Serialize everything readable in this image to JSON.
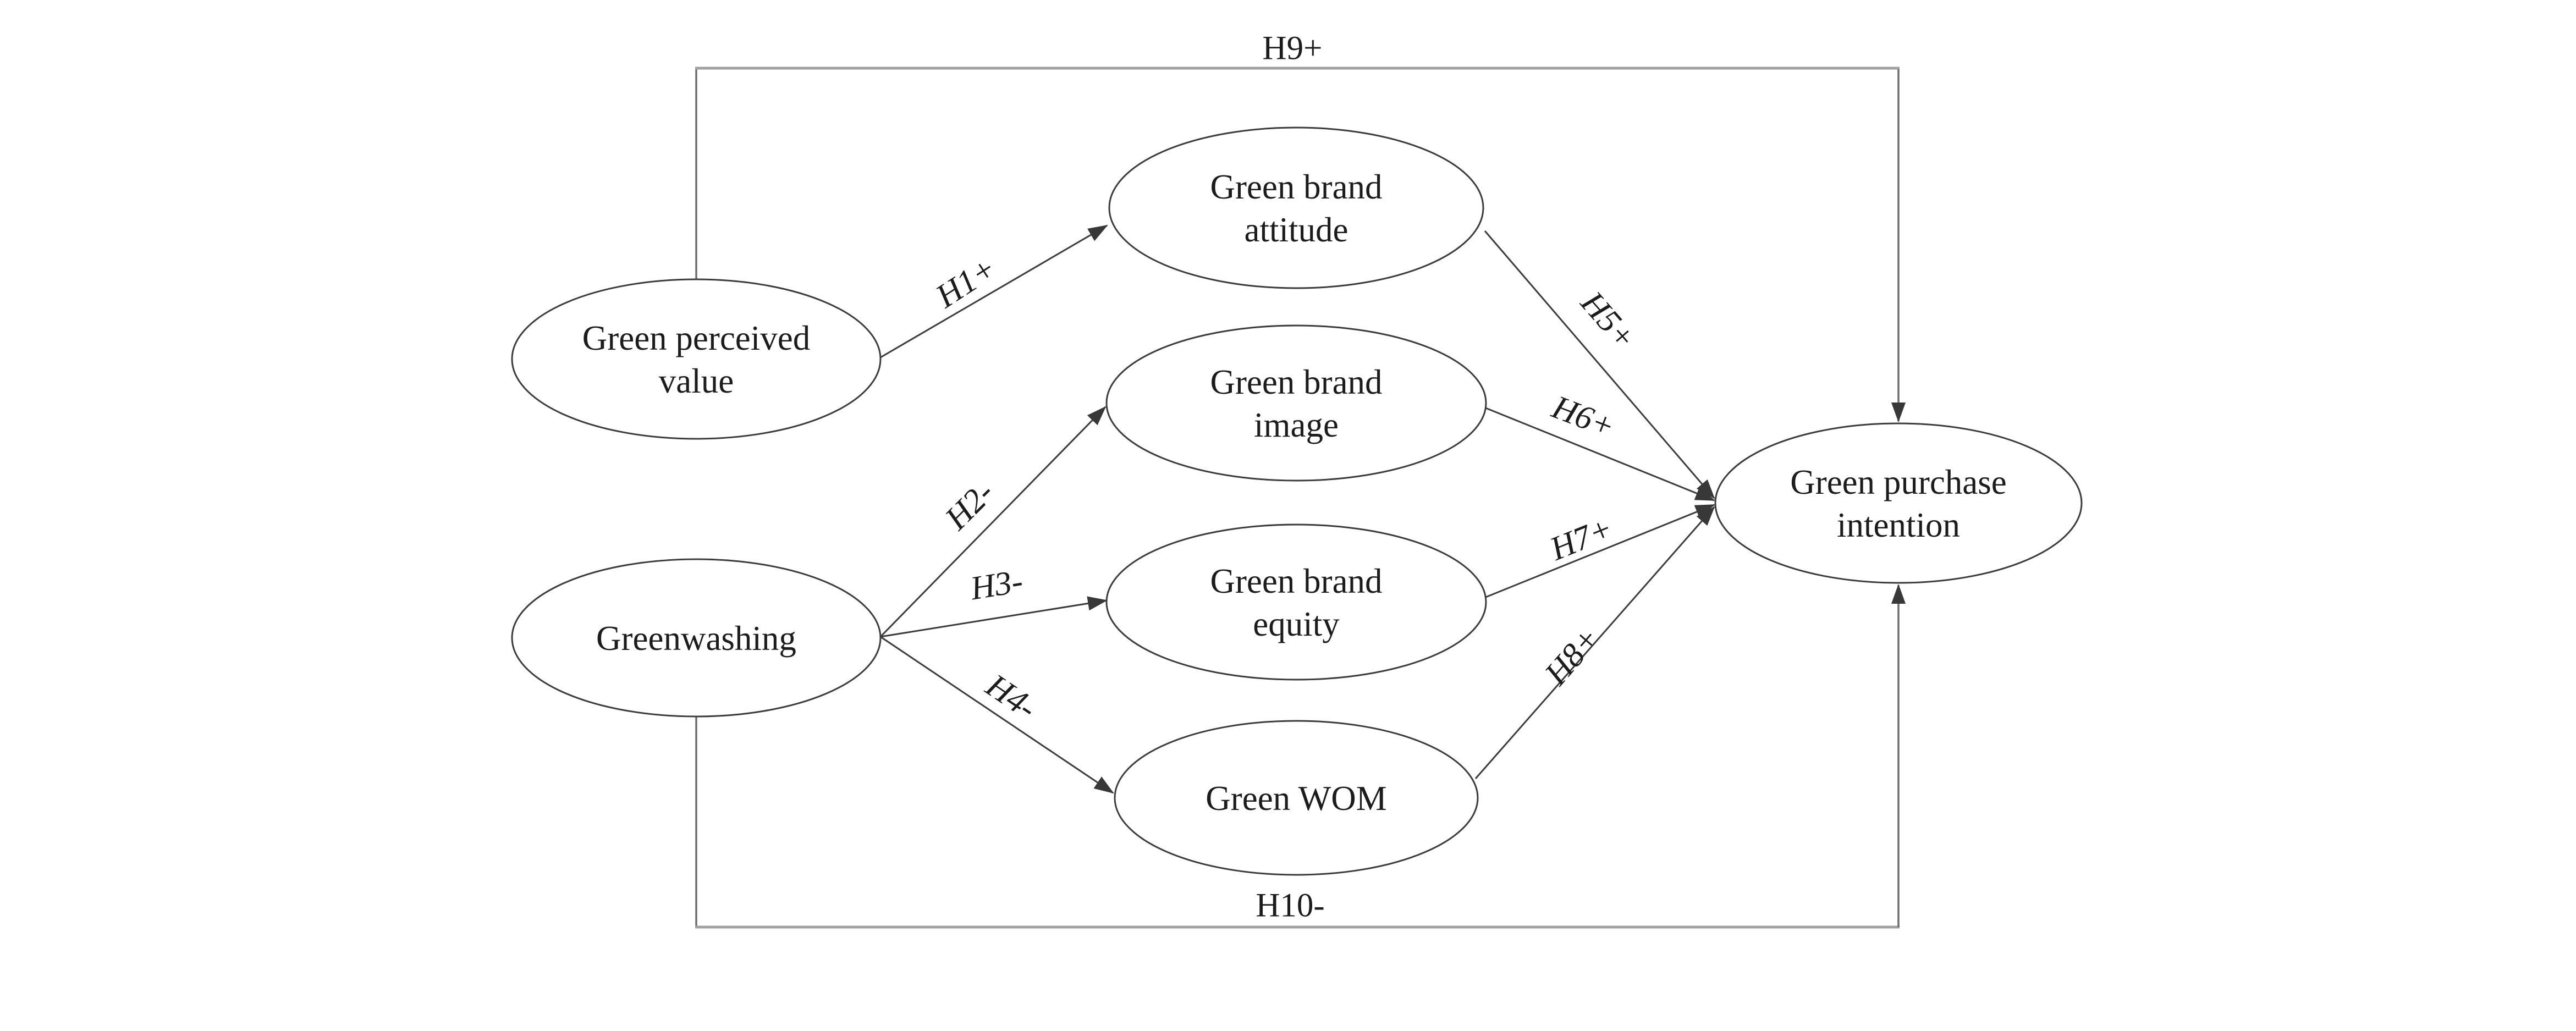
{
  "figure": {
    "kind": "conceptual-model-path-diagram",
    "background_color": "#ffffff",
    "node_fill": "#ffffff",
    "node_stroke": "#3c3c3c",
    "arrow_color": "#3c3c3c",
    "frame_color": "#a0a0a0",
    "text_color": "#1c1c1c"
  },
  "nodes": {
    "green_perceived_value": {
      "label": "Green perceived value",
      "lines": [
        "Green perceived",
        "value"
      ]
    },
    "greenwashing": {
      "label": "Greenwashing",
      "lines": [
        "Greenwashing"
      ]
    },
    "green_brand_attitude": {
      "label": "Green brand attitude",
      "lines": [
        "Green brand",
        "attitude"
      ]
    },
    "green_brand_image": {
      "label": "Green brand image",
      "lines": [
        "Green brand",
        "image"
      ]
    },
    "green_brand_equity": {
      "label": "Green brand equity",
      "lines": [
        "Green brand",
        "equity"
      ]
    },
    "green_wom": {
      "label": "Green WOM",
      "lines": [
        "Green WOM"
      ]
    },
    "green_purchase_intention": {
      "label": "Green purchase intention",
      "lines": [
        "Green purchase",
        "intention"
      ]
    }
  },
  "edges": [
    {
      "label": "H1+",
      "from": "Green perceived value",
      "to": "Green brand attitude"
    },
    {
      "label": "H2-",
      "from": "Greenwashing",
      "to": "Green brand image"
    },
    {
      "label": "H3-",
      "from": "Greenwashing",
      "to": "Green brand equity"
    },
    {
      "label": "H4-",
      "from": "Greenwashing",
      "to": "Green WOM"
    },
    {
      "label": "H5+",
      "from": "Green brand attitude",
      "to": "Green purchase intention"
    },
    {
      "label": "H6+",
      "from": "Green brand image",
      "to": "Green purchase intention"
    },
    {
      "label": "H7+",
      "from": "Green brand equity",
      "to": "Green purchase intention"
    },
    {
      "label": "H8+",
      "from": "Green WOM",
      "to": "Green purchase intention"
    },
    {
      "label": "H9+",
      "from": "Green perceived value",
      "to": "Green purchase intention"
    },
    {
      "label": "H10-",
      "from": "Greenwashing",
      "to": "Green purchase intention"
    }
  ]
}
